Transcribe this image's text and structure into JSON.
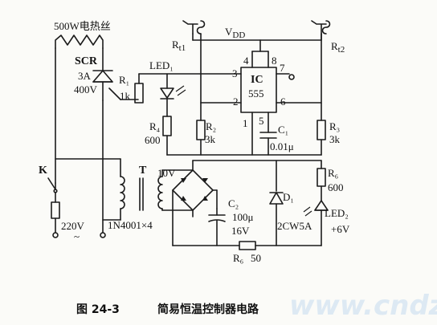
{
  "labels": {
    "heater": "500W电热丝",
    "scr": "SCR",
    "scr_current": "3A",
    "scr_voltage": "400V",
    "r1": "R₁",
    "r1_value": "1k",
    "led1": "LED₁",
    "rt1": "R",
    "rt1_sub": "t1",
    "vdd": "V",
    "vdd_sub": "DD",
    "rt2": "R",
    "rt2_sub": "t2",
    "pin4": "4",
    "pin8": "8",
    "pin3": "3",
    "pin7": "7",
    "pin2": "2",
    "pin6": "6",
    "pin1": "1",
    "pin5": "5",
    "ic": "IC",
    "ic_part": "555",
    "r4": "R₄",
    "r4_value": "600",
    "r2": "R₂",
    "r2_value": "3k",
    "c1": "C₁",
    "c1_value": "0.01μ",
    "r3": "R₃",
    "r3_value": "3k",
    "k": "K",
    "t": "T",
    "t_voltage": "10V",
    "r6": "R₆",
    "r6_value": "600",
    "c2": "C₂",
    "c2_value": "100μ",
    "c2_voltage": "16V",
    "d1": "D₁",
    "d1_part": "2CW5A",
    "led2": "LED₂",
    "led2_voltage": "+6V",
    "mains": "220V",
    "mains_symbol": "~",
    "rectifier": "1N4001×4",
    "r5": "R₆",
    "r5_value": "50"
  },
  "caption": {
    "figure_number": "图 24-3",
    "title": "简易恒温控制器电路"
  },
  "watermark": "www.cndzz.com"
}
